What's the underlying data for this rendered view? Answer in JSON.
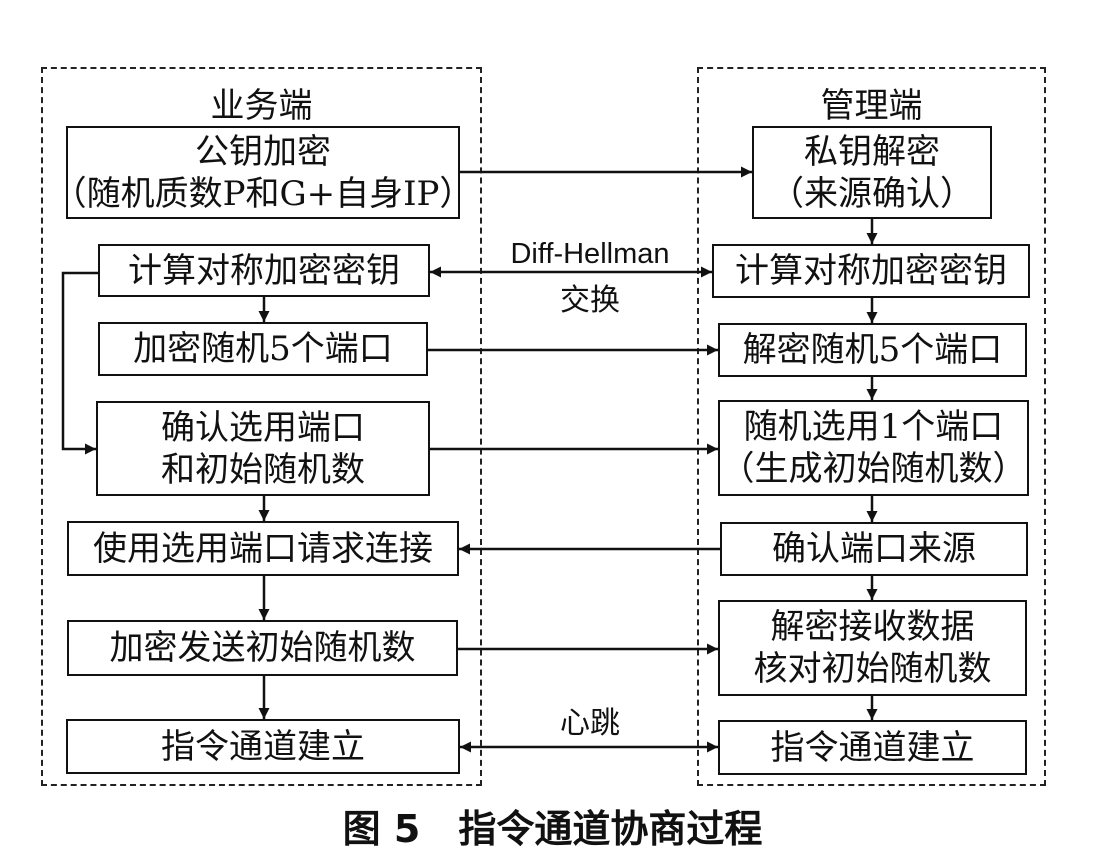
{
  "left_panel": {
    "title": "业务端",
    "box1": {
      "line1": "公钥加密",
      "line2": "（随机质数P和G+自身IP）"
    },
    "box2": "计算对称加密密钥",
    "box3": "加密随机5个端口",
    "box4": {
      "line1": "确认选用端口",
      "line2": "和初始随机数"
    },
    "box5": "使用选用端口请求连接",
    "box6": "加密发送初始随机数",
    "box7": "指令通道建立"
  },
  "right_panel": {
    "title": "管理端",
    "box1": {
      "line1": "私钥解密",
      "line2": "（来源确认）"
    },
    "box2": "计算对称加密密钥",
    "box3": "解密随机5个端口",
    "box4": {
      "line1": "随机选用1个端口",
      "line2": "（生成初始随机数）"
    },
    "box5": "确认端口来源",
    "box6": {
      "line1": "解密接收数据",
      "line2": "核对初始随机数"
    },
    "box7": "指令通道建立"
  },
  "edge_labels": {
    "dh_line1": "Diff-Hellman",
    "dh_line2": "交换",
    "heartbeat": "心跳"
  },
  "caption": "图 5　指令通道协商过程",
  "colors": {
    "line": "#111111",
    "background": "#ffffff"
  }
}
